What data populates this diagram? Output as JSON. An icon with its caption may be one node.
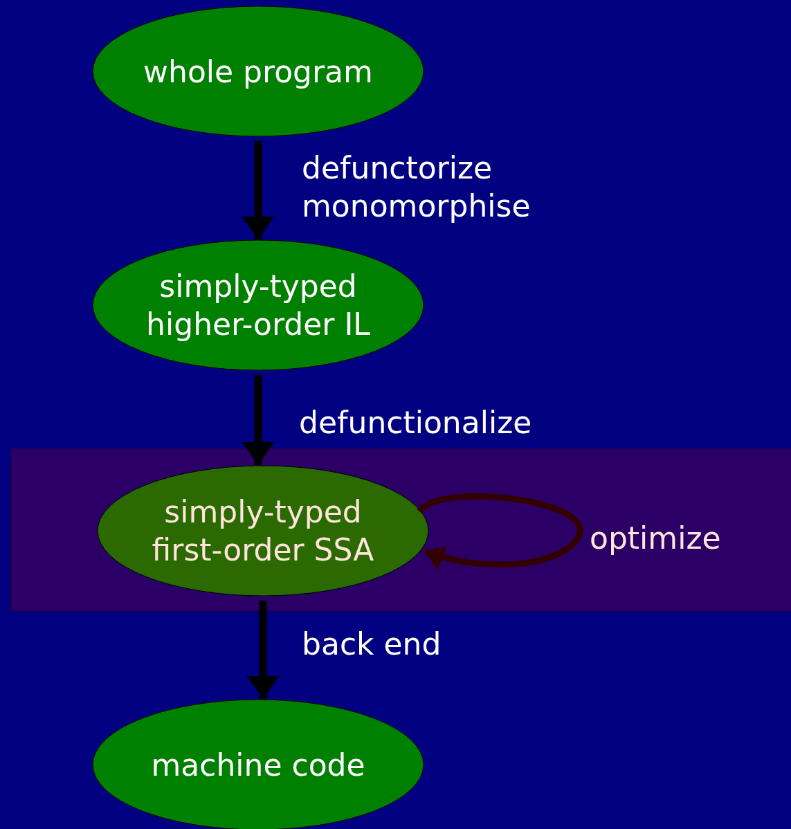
{
  "diagram": {
    "nodes": [
      {
        "text": [
          "whole program"
        ]
      },
      {
        "text": [
          "simply-typed higher-order IL"
        ]
      },
      {
        "text": [
          "simply-typed first-order SSA"
        ]
      },
      {
        "text": [
          "machine code"
        ]
      }
    ],
    "edges": [
      {
        "from": 0,
        "to": 1,
        "arrow": "to",
        "label": "defunctorize monomorphise"
      },
      {
        "from": 1,
        "to": 2,
        "arrow": "to",
        "label": "defunctionalize"
      },
      {
        "from": 2,
        "to": 2,
        "arrow": "to",
        "label": "optimize",
        "color": "#330000"
      },
      {
        "from": 2,
        "to": 3,
        "arrow": "to",
        "label": "back end"
      }
    ]
  }
}
